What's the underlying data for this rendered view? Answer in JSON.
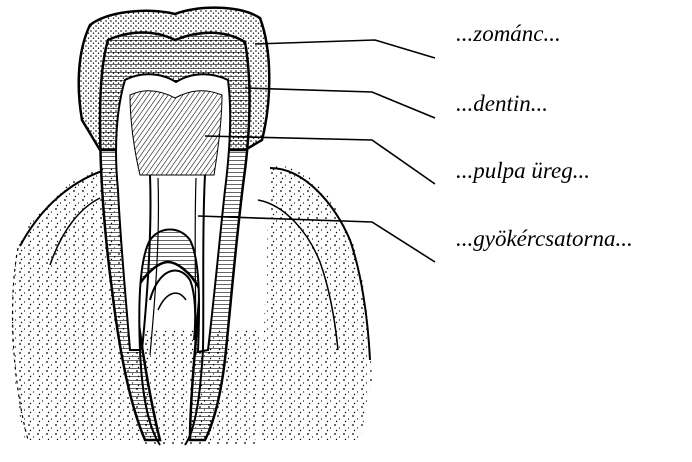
{
  "labels": [
    {
      "text": "...zománc..."
    },
    {
      "text": "...dentin..."
    },
    {
      "text": "...pulpa üreg..."
    },
    {
      "text": "...gyökércsatorna..."
    }
  ]
}
